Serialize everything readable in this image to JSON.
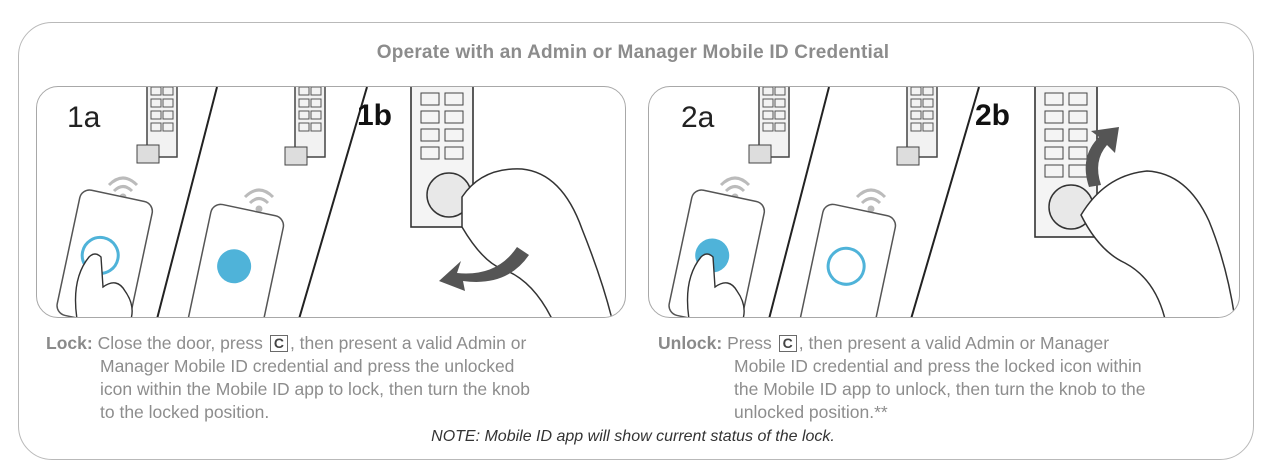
{
  "title": "Operate with an Admin or Manager Mobile ID Credential",
  "panels": {
    "lock": {
      "step_a": "1a",
      "step_b": "1b"
    },
    "unlock": {
      "step_a": "2a",
      "step_b": "2b"
    }
  },
  "captions": {
    "lock": {
      "label": "Lock:",
      "line1_pre": "Close the door, press",
      "key": "C",
      "line1_post": ", then present a valid Admin or",
      "line2": "Manager Mobile ID credential and press the unlocked",
      "line3": "icon within the Mobile ID app to lock, then turn the knob",
      "line4": "to the locked position."
    },
    "unlock": {
      "label": "Unlock:",
      "line1_pre": "Press",
      "key": "C",
      "line1_post": ", then present a valid Admin or Manager",
      "line2": "Mobile ID credential and press the locked icon within",
      "line3": "the Mobile ID app to unlock, then turn the knob to the",
      "line4": "unlocked position.**"
    }
  },
  "note": "NOTE: Mobile ID app will show current status of the lock.",
  "icons": [
    "wifi-icon",
    "phone-icon",
    "keypad-lock-icon",
    "hand-icon",
    "rotate-arrow-icon"
  ]
}
